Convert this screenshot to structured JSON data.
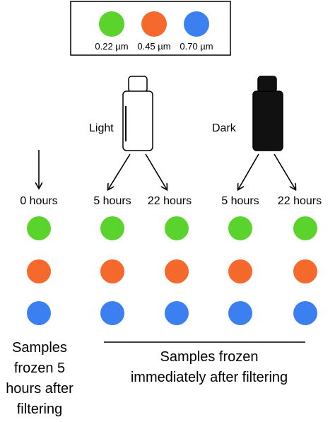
{
  "legend": {
    "items": [
      {
        "label": "0.22 µm",
        "color": "#5ad32d"
      },
      {
        "label": "0.45 µm",
        "color": "#f5692d"
      },
      {
        "label": "0.70 µm",
        "color": "#3b7ff0"
      }
    ]
  },
  "conditions": {
    "light_label": "Light",
    "dark_label": "Dark",
    "light_bottle_color": "#ffffff",
    "dark_bottle_color": "#111111"
  },
  "timepoints": [
    {
      "label": "0 hours"
    },
    {
      "label": "5 hours"
    },
    {
      "label": "22 hours"
    },
    {
      "label": "5 hours"
    },
    {
      "label": "22 hours"
    }
  ],
  "dot_rows": [
    "#5ad32d",
    "#f5692d",
    "#3b7ff0"
  ],
  "captions": {
    "left": [
      "Samples",
      "frozen 5",
      "hours after",
      "filtering"
    ],
    "right": [
      "Samples frozen",
      "immediately after filtering"
    ]
  }
}
